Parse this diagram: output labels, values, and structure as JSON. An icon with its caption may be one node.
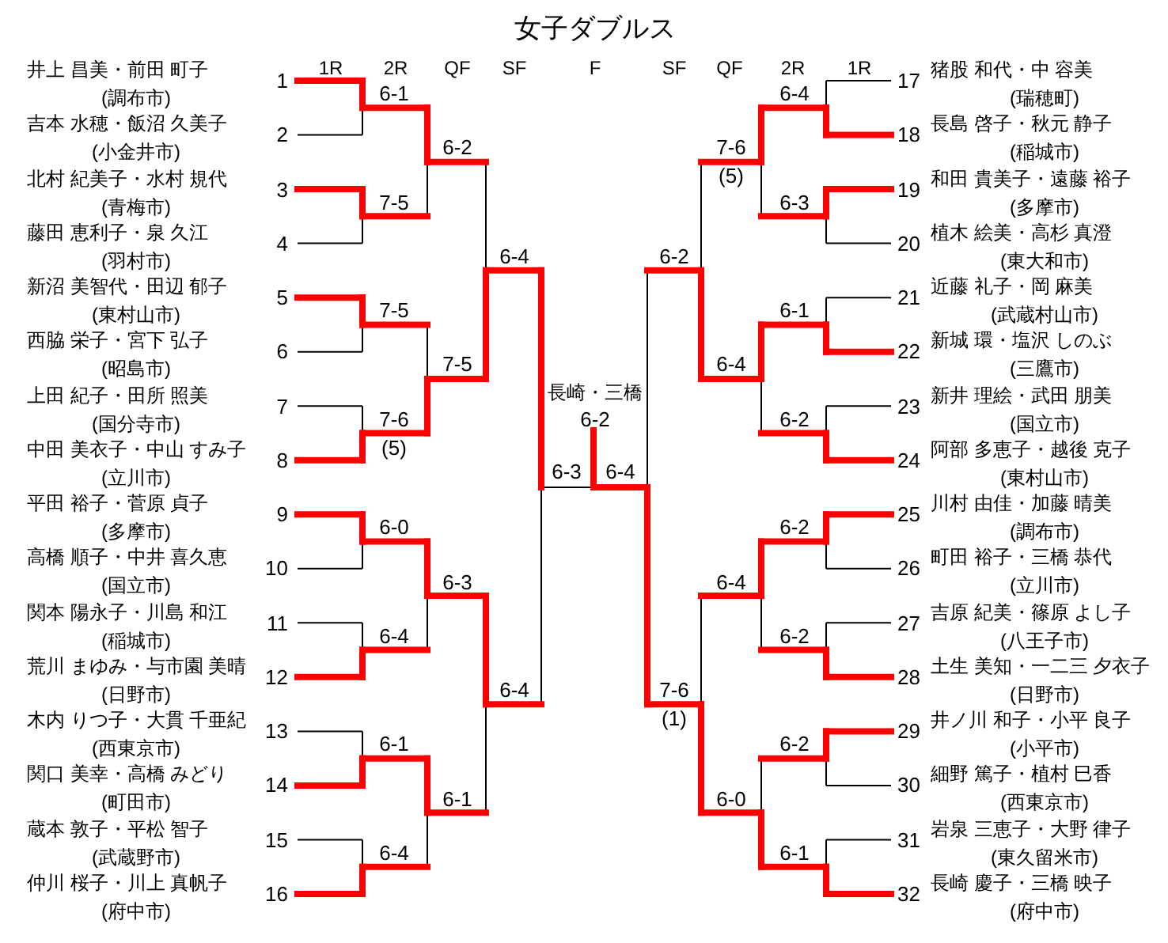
{
  "diagram": {
    "title": "女子ダブルス",
    "labels": [
      "1R",
      "2R",
      "QF",
      "SF",
      "F",
      "SF",
      "QF",
      "2R",
      "1R",
      "井上 昌美・前田 町子",
      "(調布市)",
      "1",
      "吉本 水穂・飯沼 久美子",
      "(小金井市)",
      "2",
      "北村 紀美子・水村 規代",
      "(青梅市)",
      "3",
      "藤田 恵利子・泉 久江",
      "(羽村市)",
      "4",
      "新沼 美智代・田辺 郁子",
      "(東村山市)",
      "5",
      "西脇 栄子・宮下 弘子",
      "(昭島市)",
      "6",
      "上田 紀子・田所 照美",
      "(国分寺市)",
      "7",
      "中田 美衣子・中山 すみ子",
      "(立川市)",
      "8",
      "平田 裕子・菅原 貞子",
      "(多摩市)",
      "9",
      "高橋 順子・中井 喜久恵",
      "(国立市)",
      "10",
      "関本 陽永子・川島 和江",
      "(稲城市)",
      "11",
      "荒川 まゆみ・与市園 美晴",
      "(日野市)",
      "12",
      "木内 りつ子・大貫 千亜紀",
      "(西東京市)",
      "13",
      "関口 美幸・高橋 みどり",
      "(町田市)",
      "14",
      "蔵本 敦子・平松 智子",
      "(武蔵野市)",
      "15",
      "仲川 桜子・川上 真帆子",
      "(府中市)",
      "16",
      "17",
      "猪股 和代・中 容美",
      "(瑞穂町)",
      "18",
      "長島 啓子・秋元 静子",
      "(稲城市)",
      "19",
      "和田 貴美子・遠藤 裕子",
      "(多摩市)",
      "20",
      "植木 絵美・高杉 真澄",
      "(東大和市)",
      "21",
      "近藤 礼子・岡 麻美",
      "(武蔵村山市)",
      "22",
      "新城 環・塩沢 しのぶ",
      "(三鷹市)",
      "23",
      "新井 理絵・武田 朋美",
      "(国立市)",
      "24",
      "阿部 多恵子・越後 克子",
      "(東村山市)",
      "25",
      "川村 由佳・加藤 晴美",
      "(調布市)",
      "26",
      "町田 裕子・三橋 恭代",
      "(立川市)",
      "27",
      "吉原 紀美・篠原 よし子",
      "(八王子市)",
      "28",
      "土生 美知・一二三 夕衣子",
      "(日野市)",
      "29",
      "井ノ川 和子・小平 良子",
      "(小平市)",
      "30",
      "細野 篤子・植村 巳香",
      "(西東京市)",
      "31",
      "岩泉 三恵子・大野 律子",
      "(東久留米市)",
      "32",
      "長崎 慶子・三橋 映子",
      "(府中市)",
      "6-1",
      "7-5",
      "7-5",
      "7-6",
      "(5)",
      "6-0",
      "6-4",
      "6-1",
      "6-4",
      "6-2",
      "7-5",
      "6-3",
      "6-1",
      "6-4",
      "6-4",
      "長崎・三橋",
      "6-2",
      "6-3",
      "6-4",
      "6-2",
      "7-6",
      "(1)",
      "7-6",
      "(5)",
      "6-4",
      "6-4",
      "6-0",
      "6-4",
      "6-3",
      "6-1",
      "6-2",
      "6-2",
      "6-2",
      "6-2",
      "6-1"
    ]
  }
}
